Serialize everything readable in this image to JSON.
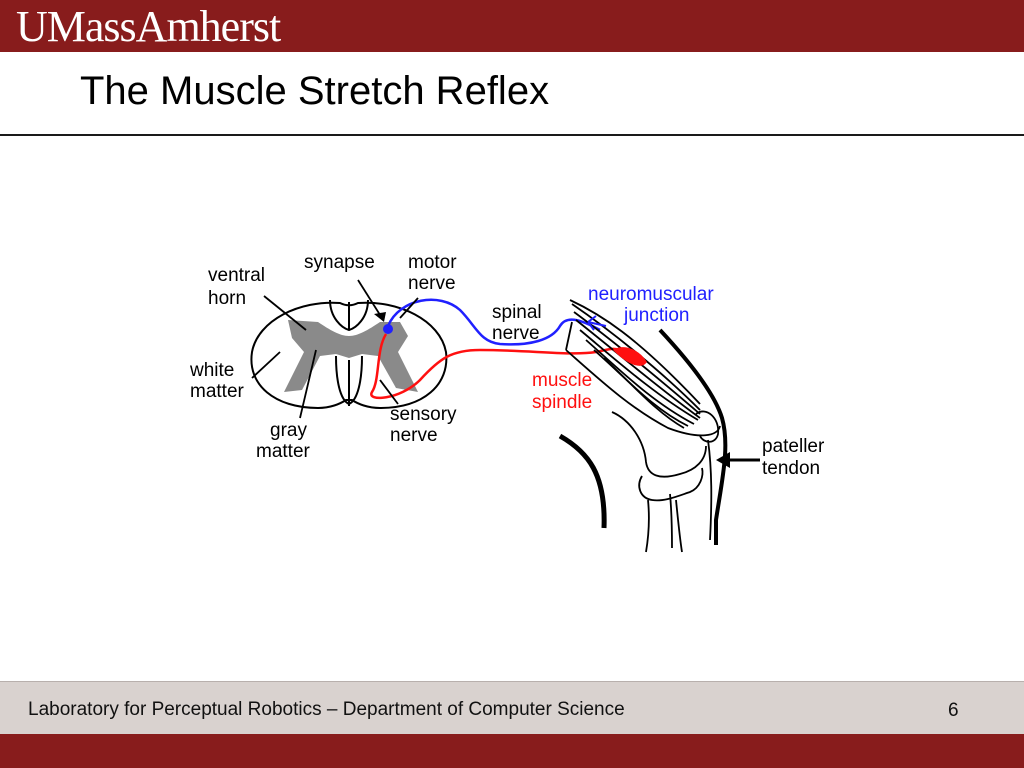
{
  "header": {
    "logo_text": "UMassAmherst",
    "brand_color": "#881c1c"
  },
  "slide": {
    "title": "The Muscle Stretch Reflex"
  },
  "diagram": {
    "labels": {
      "ventral_horn": [
        "ventral",
        "horn"
      ],
      "synapse": "synapse",
      "motor_nerve": [
        "motor",
        "nerve"
      ],
      "spinal_nerve": [
        "spinal",
        "nerve"
      ],
      "neuromuscular_junction": [
        "neuromuscular",
        "junction"
      ],
      "white_matter": [
        "white",
        "matter"
      ],
      "gray_matter": [
        "gray",
        "matter"
      ],
      "sensory_nerve": [
        "sensory",
        "nerve"
      ],
      "muscle_spindle": [
        "muscle",
        "spindle"
      ],
      "pateller_tendon": [
        "pateller",
        "tendon"
      ]
    },
    "colors": {
      "motor": "#2020ff",
      "sensory": "#ff1010",
      "gray_matter": "#8a8a8a"
    }
  },
  "footer": {
    "text": "Laboratory for Perceptual Robotics – Department of Computer Science",
    "page_number": "6"
  }
}
